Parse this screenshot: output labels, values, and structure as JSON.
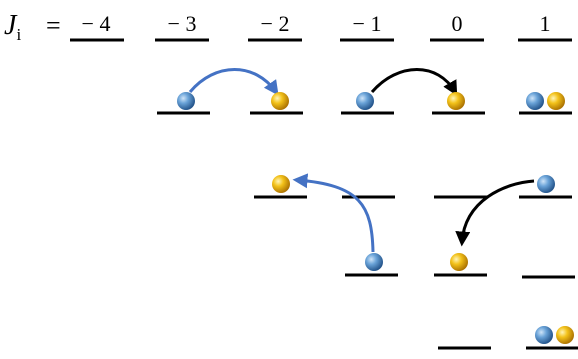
{
  "header": {
    "symbol": "J",
    "subscript": "i",
    "equals": "="
  },
  "columns": [
    {
      "label": "− 4"
    },
    {
      "label": "− 3"
    },
    {
      "label": "− 2"
    },
    {
      "label": "− 1"
    },
    {
      "label": "0"
    },
    {
      "label": "1"
    }
  ],
  "colors": {
    "blue_ball": "#4a86c5",
    "yellow_ball": "#f0b400",
    "blue_arrow": "#4472c4",
    "black_arrow": "#000000",
    "level": "#000000"
  },
  "rows": [
    {
      "name": "row-1",
      "levels": [
        1,
        2,
        3,
        4,
        5
      ],
      "balls": [
        {
          "column": 1,
          "color": "blue"
        },
        {
          "column": 2,
          "color": "yellow"
        },
        {
          "column": 3,
          "color": "blue"
        },
        {
          "column": 4,
          "color": "yellow"
        },
        {
          "column": 5,
          "color": "blue"
        },
        {
          "column": 5,
          "color": "yellow"
        }
      ],
      "arrows": [
        {
          "from": 1,
          "to": 2,
          "color": "blue"
        },
        {
          "from": 3,
          "to": 4,
          "color": "black"
        }
      ]
    }
  ]
}
